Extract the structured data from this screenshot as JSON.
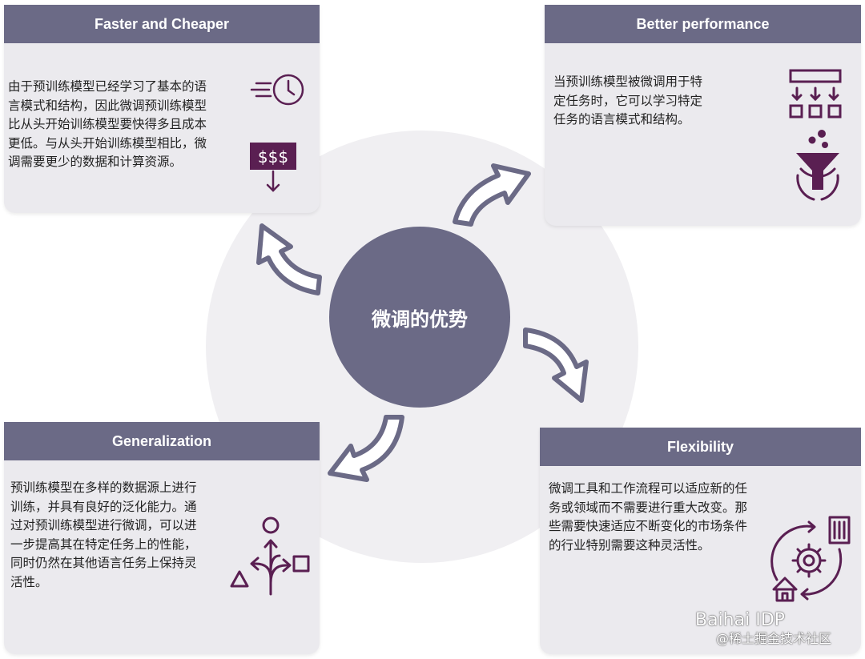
{
  "center": {
    "title": "微调的优势"
  },
  "cards": {
    "faster": {
      "title": "Faster and Cheaper",
      "lines": [
        "由于预训练模型已经学习了基本的语",
        "言模式和结构，因此微调预训练模型",
        "比从头开始训练模型要快得多且成本",
        "更低。与从头开始训练模型相比，微",
        "调需要更少的数据和计算资源。"
      ],
      "icon_text": "$$$"
    },
    "better": {
      "title": "Better performance",
      "lines": [
        "当预训练模型被微调用于特",
        "定任务时，它可以学习特定",
        "任务的语言模式和结构。"
      ]
    },
    "general": {
      "title": "Generalization",
      "lines": [
        "预训练模型在多样的数据源上进行",
        "训练，并具有良好的泛化能力。通",
        "过对预训练模型进行微调，可以进",
        "一步提高其在特定任务上的性能，",
        "同时仍然在其他语言任务上保持灵",
        "活性。"
      ]
    },
    "flex": {
      "title": "Flexibility",
      "lines": [
        "微调工具和工作流程可以适应新的任",
        "务或领域而不需要进行重大改变。那",
        "些需要快速适应不断变化的市场条件",
        "的行业特别需要这种灵活性。"
      ]
    }
  },
  "colors": {
    "header": "#6b6a86",
    "icon": "#5a1f52",
    "card": "#ebeaee"
  },
  "watermark": {
    "main": "Baihai IDP",
    "sub": "@稀土掘金技术社区"
  }
}
